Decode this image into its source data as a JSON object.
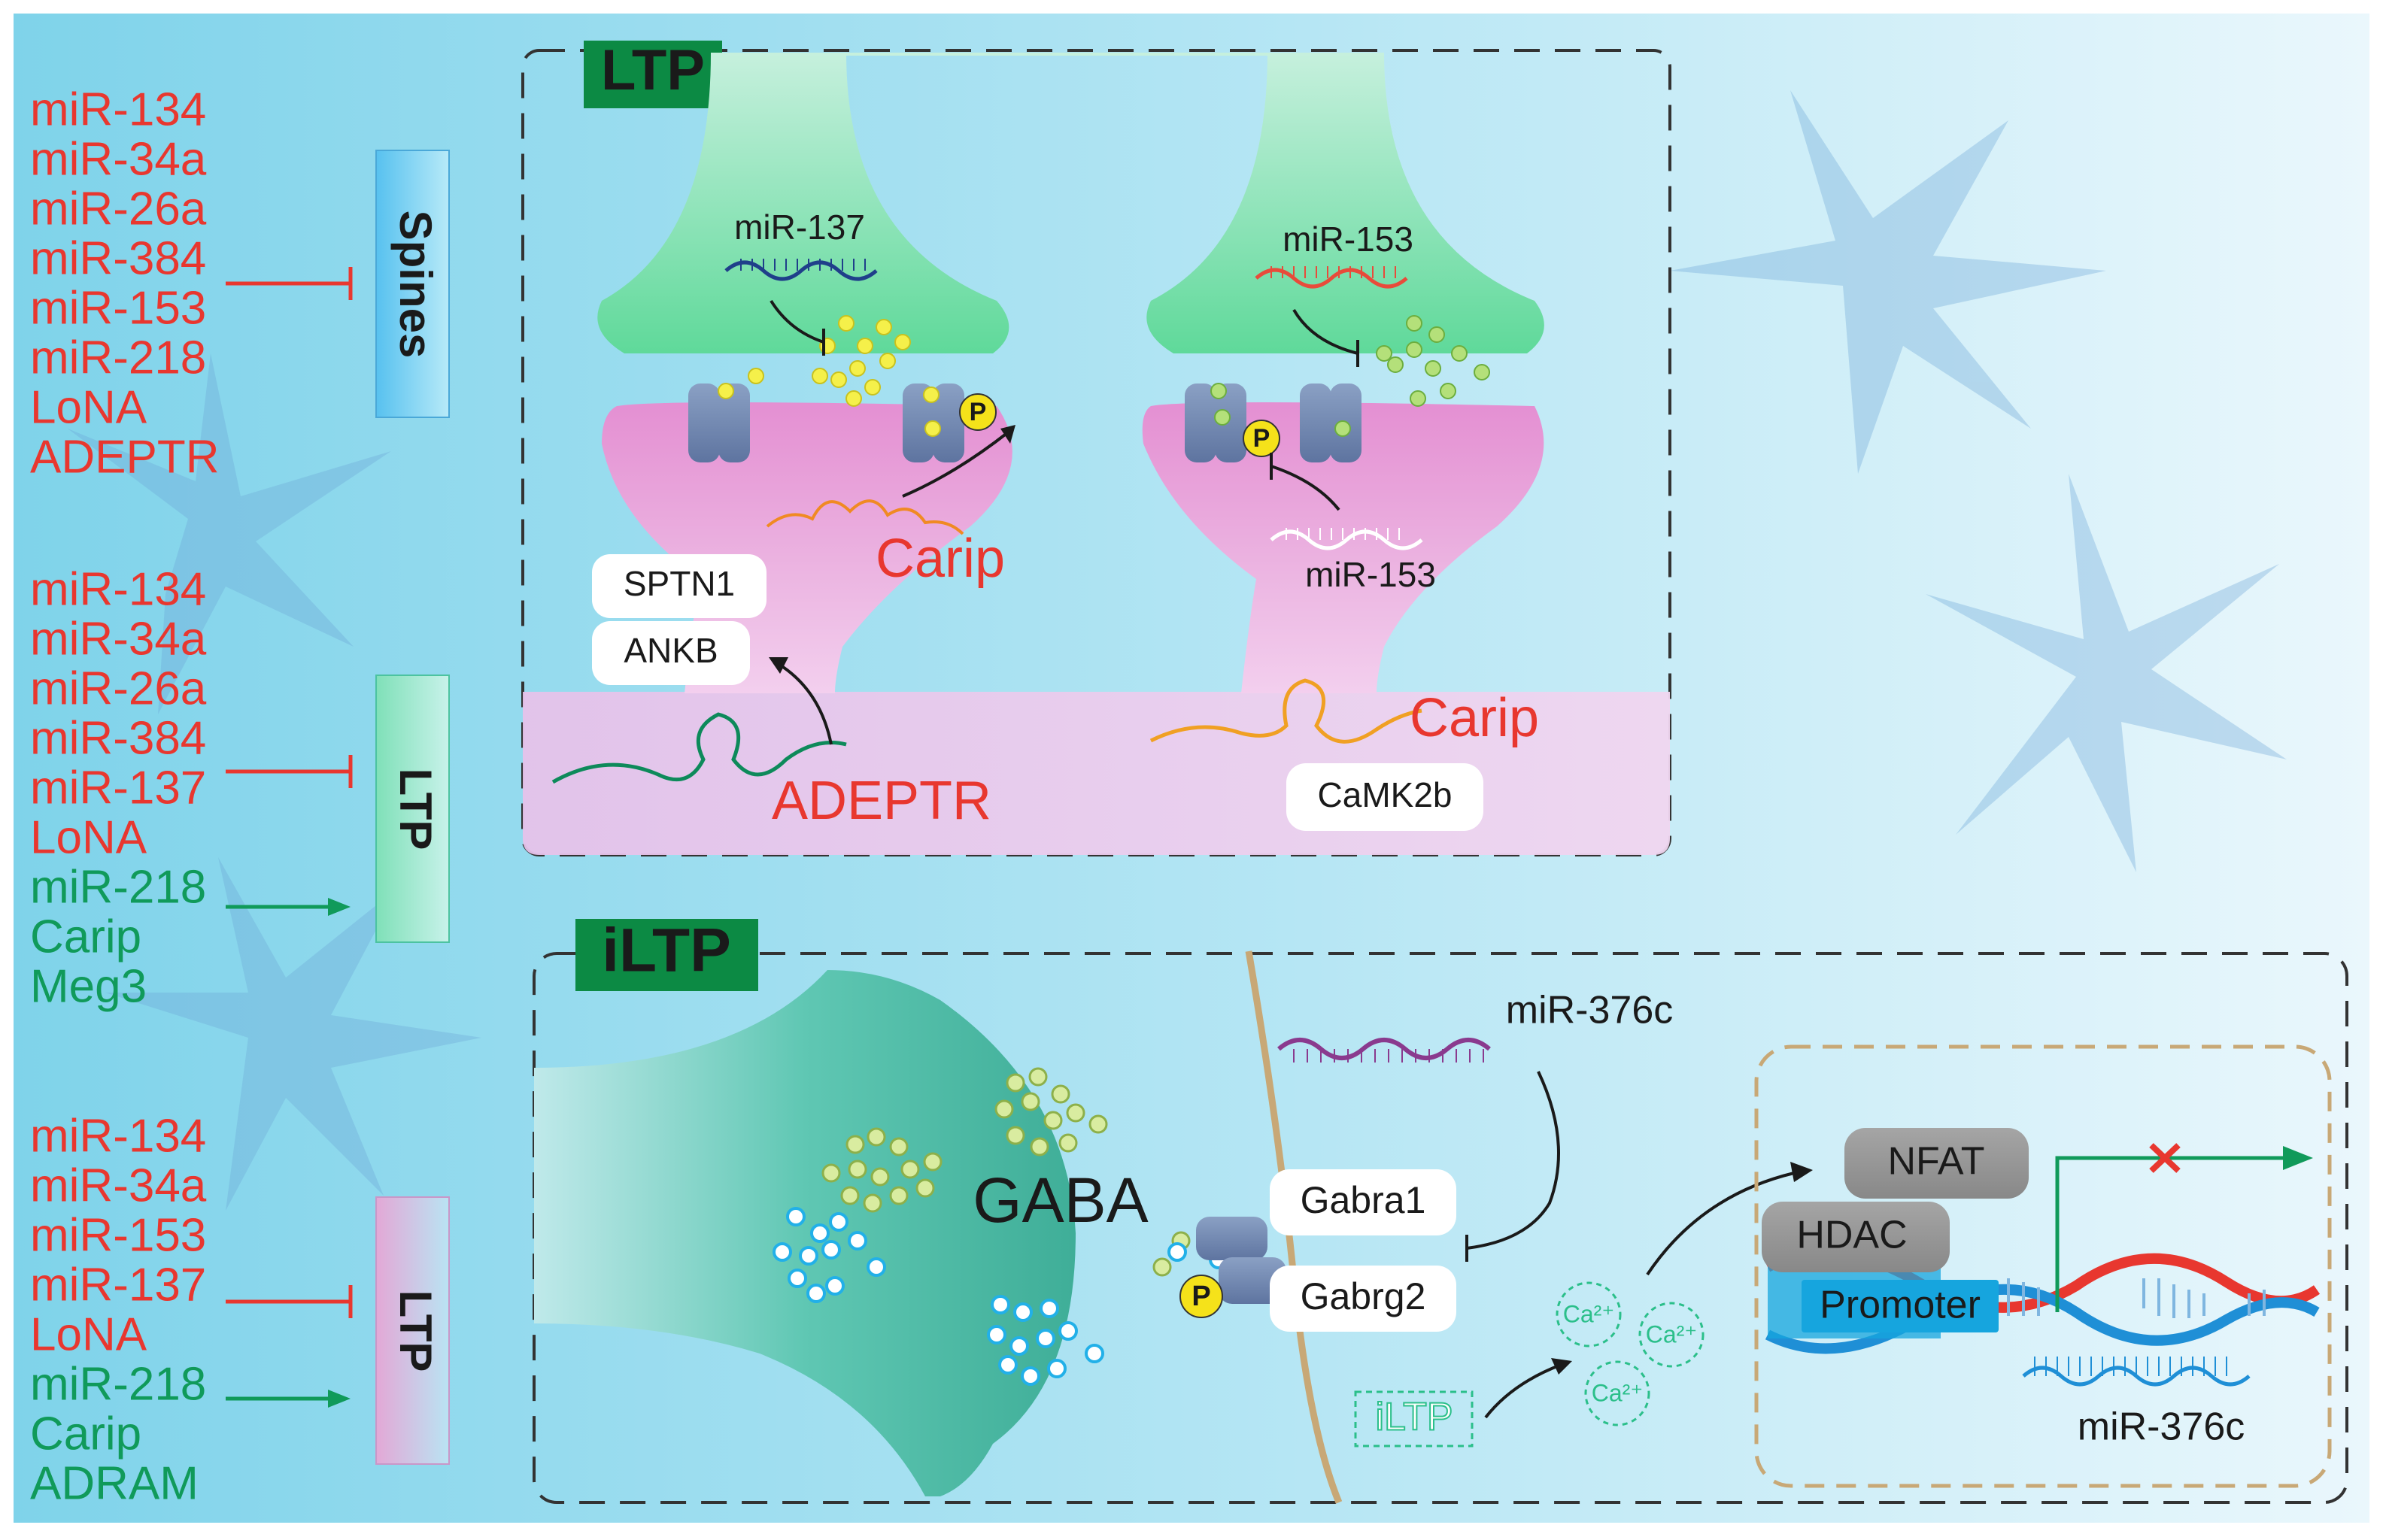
{
  "colors": {
    "red": "#e8372f",
    "green": "#109a5a",
    "dark_green_box": "#0c8a44",
    "black": "#1a1a1a",
    "ca_green": "#2bbf8a"
  },
  "left_panel": {
    "groups": [
      {
        "items": [
          {
            "text": "miR-134",
            "color": "red"
          },
          {
            "text": "miR-34a",
            "color": "red"
          },
          {
            "text": "miR-26a",
            "color": "red"
          },
          {
            "text": "miR-384",
            "color": "red"
          },
          {
            "text": "miR-153",
            "color": "red"
          },
          {
            "text": "miR-218",
            "color": "red"
          },
          {
            "text": "LoNA",
            "color": "red"
          },
          {
            "text": "ADEPTR",
            "color": "red"
          }
        ],
        "target_label": "Spines"
      },
      {
        "items": [
          {
            "text": "miR-134",
            "color": "red"
          },
          {
            "text": "miR-34a",
            "color": "red"
          },
          {
            "text": "miR-26a",
            "color": "red"
          },
          {
            "text": "miR-384",
            "color": "red"
          },
          {
            "text": "miR-137",
            "color": "red"
          },
          {
            "text": "LoNA",
            "color": "red"
          },
          {
            "text": "miR-218",
            "color": "green"
          },
          {
            "text": "Carip",
            "color": "green"
          },
          {
            "text": "Meg3",
            "color": "green"
          }
        ],
        "target_label": "LTP"
      },
      {
        "items": [
          {
            "text": "miR-134",
            "color": "red"
          },
          {
            "text": "miR-34a",
            "color": "red"
          },
          {
            "text": "miR-153",
            "color": "red"
          },
          {
            "text": "miR-137",
            "color": "red"
          },
          {
            "text": "LoNA",
            "color": "red"
          },
          {
            "text": "miR-218",
            "color": "green"
          },
          {
            "text": "Carip",
            "color": "green"
          },
          {
            "text": "ADRAM",
            "color": "green"
          }
        ],
        "target_label": "LTP"
      }
    ]
  },
  "ltp_panel": {
    "title": "LTP",
    "mirna_left": "miR-137",
    "mirna_right_top": "miR-153",
    "mirna_right_bottom": "miR-153",
    "phospho": "P",
    "carip_left": "Carip",
    "carip_right": "Carip",
    "sptn1": "SPTN1",
    "ankb": "ANKB",
    "adeptr": "ADEPTR",
    "camk2b": "CaMK2b"
  },
  "iltp_panel": {
    "title": "iLTP",
    "gaba": "GABA",
    "mir376c_top": "miR-376c",
    "gabra1": "Gabra1",
    "gabrg2": "Gabrg2",
    "phospho": "P",
    "ca_ions": [
      "Ca²⁺",
      "Ca²⁺",
      "Ca²⁺"
    ],
    "iltp_small": "iLTP",
    "nfat": "NFAT",
    "hdac": "HDAC",
    "promoter": "Promoter",
    "mir376c_bottom": "miR-376c"
  }
}
